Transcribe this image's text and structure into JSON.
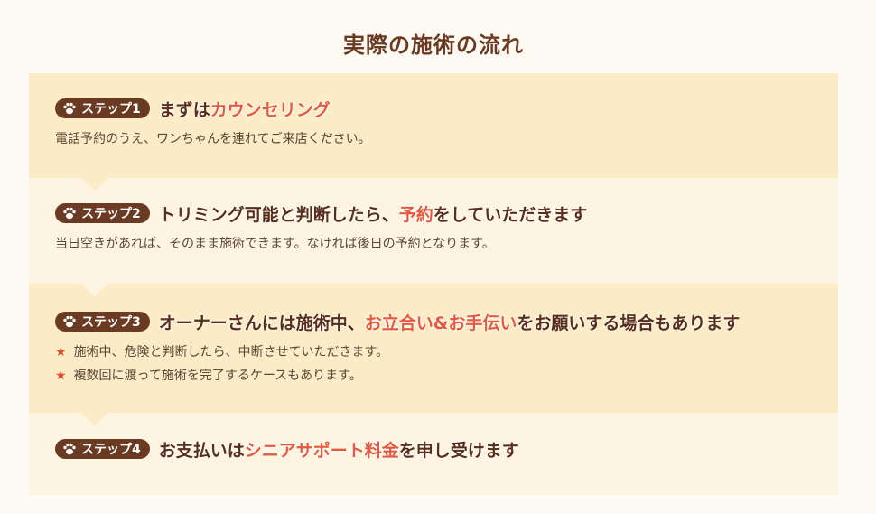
{
  "title": "実際の施術の流れ",
  "colors": {
    "accent": "#e55a3c",
    "badge": "#6b3a22",
    "band_dark": "#fbebc6",
    "band_light": "#fdf4e2"
  },
  "icons": {
    "badge_icon": "paw-icon",
    "bullet_icon": "star-icon"
  },
  "steps": [
    {
      "badge": "ステップ1",
      "heading_pre": "まずは",
      "heading_hl": "カウンセリング",
      "heading_post": "",
      "desc": "電話予約のうえ、ワンちゃんを連れてご来店ください。"
    },
    {
      "badge": "ステップ2",
      "heading_pre": "トリミング可能と判断したら、",
      "heading_hl": "予約",
      "heading_post": "をしていただきます",
      "desc": "当日空きがあれば、そのまま施術できます。なければ後日の予約となります。"
    },
    {
      "badge": "ステップ3",
      "heading_pre": "オーナーさんには施術中、",
      "heading_hl": "お立合い&お手伝い",
      "heading_post": "をお願いする場合もあります",
      "bullets": [
        "施術中、危険と判断したら、中断させていただきます。",
        "複数回に渡って施術を完了するケースもあります。"
      ]
    },
    {
      "badge": "ステップ4",
      "heading_pre": "お支払いは",
      "heading_hl": "シニアサポート料金",
      "heading_post": "を申し受けます"
    }
  ]
}
